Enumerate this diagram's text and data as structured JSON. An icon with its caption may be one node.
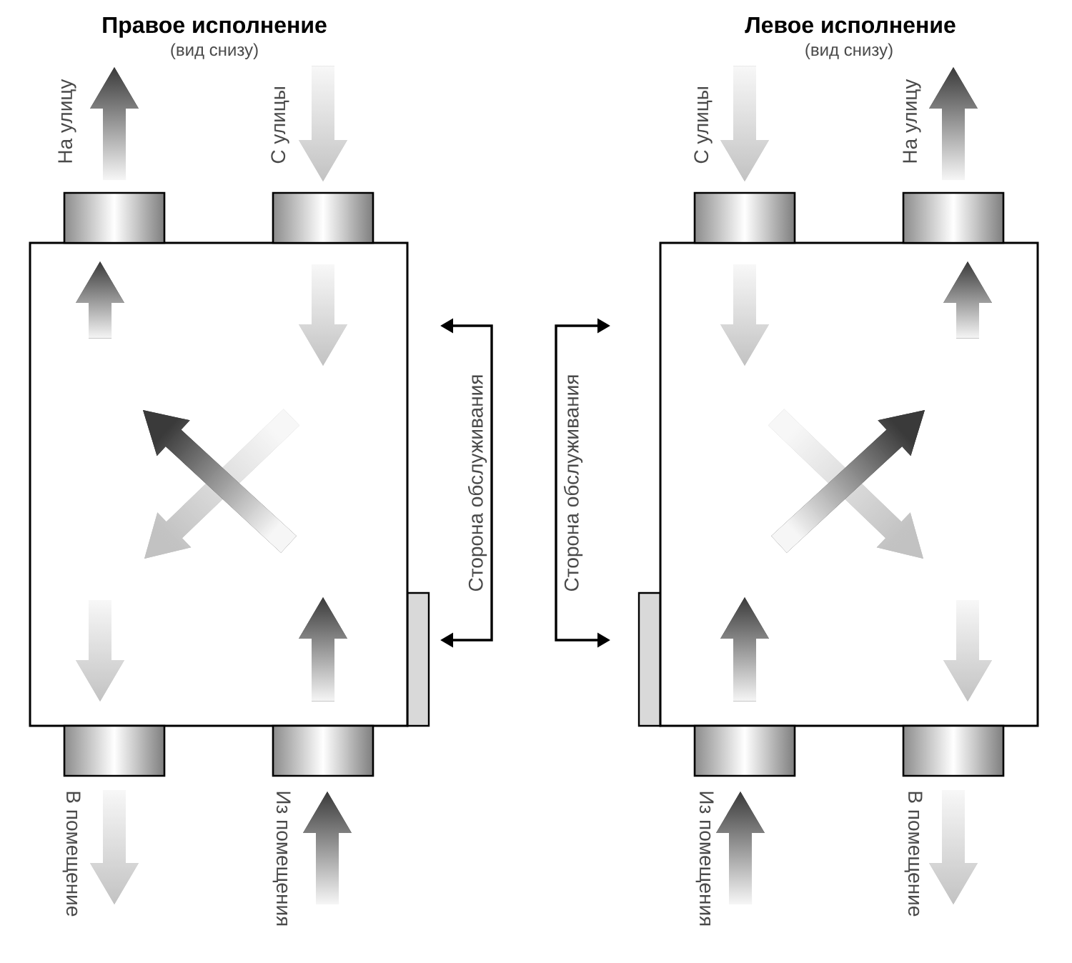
{
  "diagram": {
    "nodes": [
      {
        "text": [],
        "shape": "box"
      },
      {
        "text": [],
        "shape": "box"
      }
    ],
    "labels": [
      "Правое исполнение",
      "(вид снизу)",
      "Левое исполнение",
      "(вид снизу)",
      "На улицу",
      "С улицы",
      "С улицы",
      "На улицу",
      "Сторона обслуживания",
      "Сторона обслуживания",
      "В помещение",
      "Из помещения",
      "Из помещения",
      "В помещение"
    ]
  }
}
